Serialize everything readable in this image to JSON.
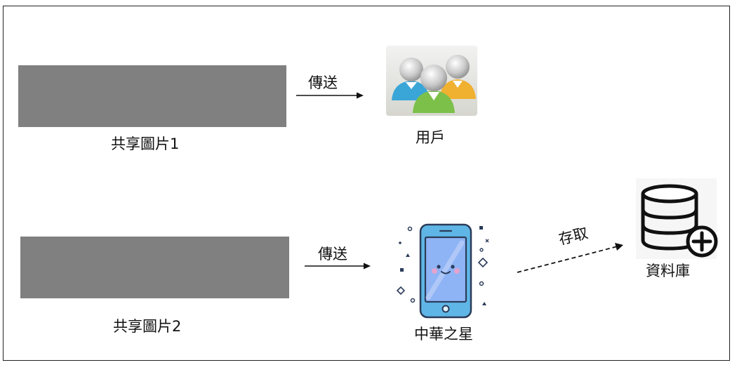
{
  "top_row": {
    "image_label": "共享圖片1",
    "arrow_label": "傳送",
    "target_label": "用戶"
  },
  "bottom_row": {
    "image_label": "共享圖片2",
    "arrow_label": "傳送",
    "phone_label": "中華之星",
    "access_label": "存取",
    "database_label": "資料庫"
  },
  "icons": {
    "users": "users-group-icon",
    "phone": "smartphone-face-icon",
    "database": "database-add-icon"
  },
  "colors": {
    "block": "#808080",
    "phone_body": "#5fb6e6",
    "phone_screen": "#8fb4f5",
    "user_blue": "#3aa6d8",
    "user_green": "#7cc04a",
    "user_orange": "#f0b030"
  }
}
